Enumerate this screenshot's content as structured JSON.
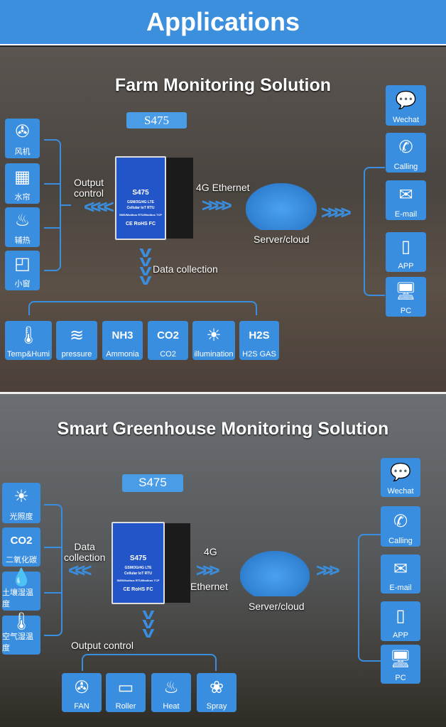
{
  "header": {
    "title": "Applications"
  },
  "device": {
    "model": "S475",
    "line1": "GSM/3G/4G LTE",
    "line2": "Cellular IoT RTU",
    "line3": "SMS/Modbus RTU/Modbus TCP",
    "certs": "CE RoHS FC"
  },
  "farm": {
    "title": "Farm Monitoring Solution",
    "model_tag": "S475",
    "left_label": "Output\ncontrol",
    "net_label": "4G Ethernet",
    "cloud_label": "Server/cloud",
    "down_label": "Data collection",
    "outputs": [
      {
        "label": "风机",
        "icon": "fan-icon"
      },
      {
        "label": "水帘",
        "icon": "water-curtain-icon"
      },
      {
        "label": "辅热",
        "icon": "heater-icon"
      },
      {
        "label": "小窗",
        "icon": "window-icon"
      }
    ],
    "clients": [
      {
        "label": "Wechat",
        "icon": "wechat-icon"
      },
      {
        "label": "Calling",
        "icon": "phone-icon"
      },
      {
        "label": "E-mail",
        "icon": "mail-icon"
      },
      {
        "label": "APP",
        "icon": "mobile-icon"
      },
      {
        "label": "PC",
        "icon": "pc-icon"
      }
    ],
    "sensors": [
      {
        "label": "Temp&Humi",
        "icon": "thermometer-icon"
      },
      {
        "label": "pressure",
        "icon": "wind-icon"
      },
      {
        "label": "Ammonia",
        "icon": "nh3-icon",
        "glyph": "NH3"
      },
      {
        "label": "CO2",
        "icon": "co2-icon",
        "glyph": "CO2"
      },
      {
        "label": "illumination",
        "icon": "sun-icon"
      },
      {
        "label": "H2S GAS",
        "icon": "h2s-icon",
        "glyph": "H2S"
      }
    ]
  },
  "greenhouse": {
    "title": "Smart Greenhouse Monitoring Solution",
    "model_tag": "S475",
    "left_label": "Data\ncollection",
    "net_label_top": "4G",
    "net_label_bottom": "Ethernet",
    "cloud_label": "Server/cloud",
    "down_label": "Output control",
    "sensors": [
      {
        "label": "光照度",
        "icon": "sun-icon"
      },
      {
        "label": "二氧化碳",
        "icon": "co2-icon",
        "glyph": "CO2"
      },
      {
        "label": "土壤湿温度",
        "icon": "soil-icon"
      },
      {
        "label": "空气湿温度",
        "icon": "air-humidity-icon"
      }
    ],
    "clients": [
      {
        "label": "Wechat",
        "icon": "wechat-icon"
      },
      {
        "label": "Calling",
        "icon": "phone-icon"
      },
      {
        "label": "E-mail",
        "icon": "mail-icon"
      },
      {
        "label": "APP",
        "icon": "mobile-icon"
      },
      {
        "label": "PC",
        "icon": "pc-icon"
      }
    ],
    "outputs": [
      {
        "label": "FAN",
        "icon": "fan-icon"
      },
      {
        "label": "Roller",
        "icon": "roller-icon"
      },
      {
        "label": "Heat",
        "icon": "heater-icon"
      },
      {
        "label": "Spray",
        "icon": "spray-icon"
      }
    ]
  },
  "colors": {
    "accent": "#3a8ee0",
    "header": "#3b8fdc"
  }
}
